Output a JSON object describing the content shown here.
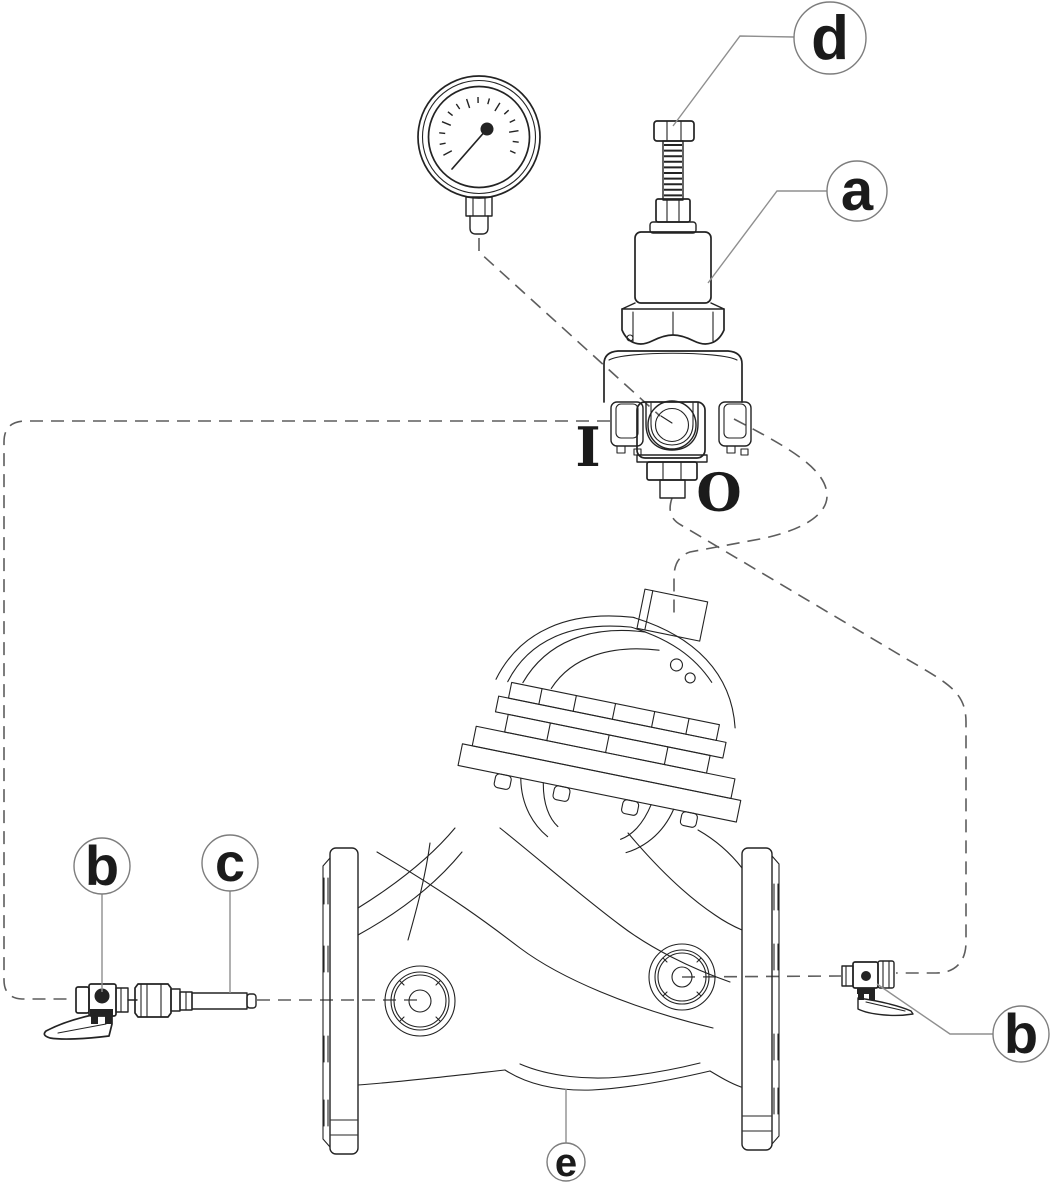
{
  "diagram": {
    "callouts": [
      {
        "id": "d",
        "label": "d"
      },
      {
        "id": "a",
        "label": "a"
      },
      {
        "id": "b_left",
        "label": "b"
      },
      {
        "id": "c",
        "label": "c"
      },
      {
        "id": "b_right",
        "label": "b"
      },
      {
        "id": "e",
        "label": "e"
      }
    ],
    "port_labels": {
      "inlet": "I",
      "outlet": "O"
    },
    "colors": {
      "line": "#232323",
      "leader": "#8f8f8f",
      "callout_stroke": "#7d7d7d",
      "dash": "#5d5d5d",
      "text": "#1b1b1b",
      "background": "#ffffff"
    },
    "components": [
      "pressure-gauge",
      "pilot-valve",
      "adjustment-screw",
      "ball-valve",
      "needle-fitting",
      "main-valve-body"
    ]
  }
}
